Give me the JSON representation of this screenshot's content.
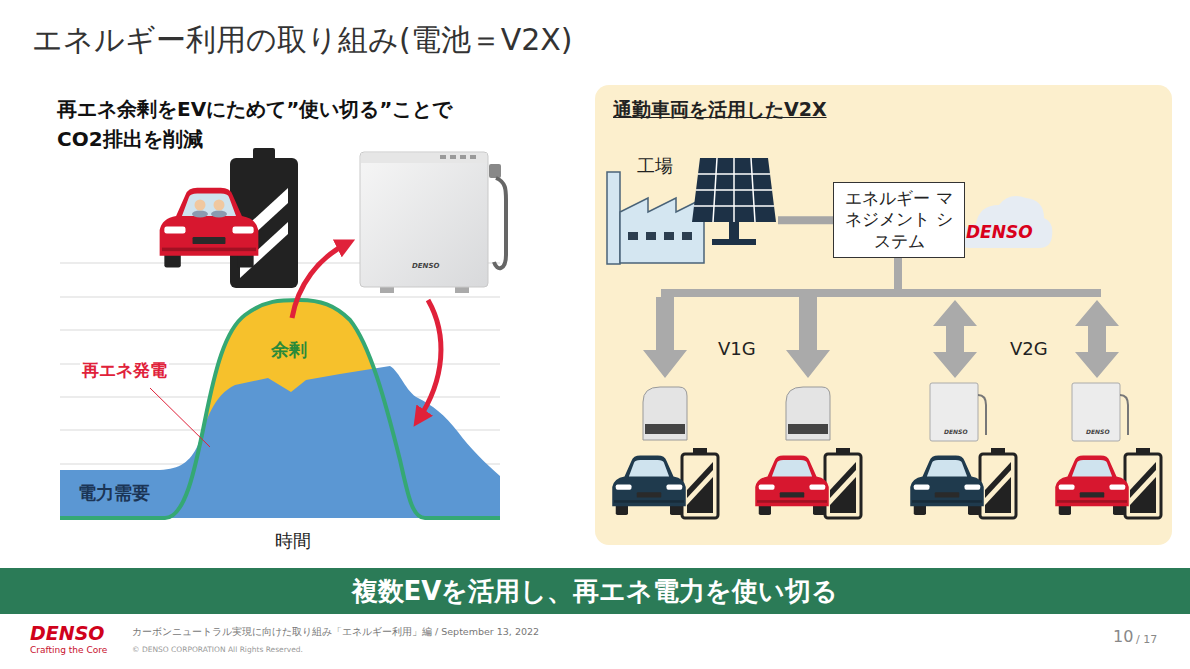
{
  "diagram": {
    "title": "エネルギー利用の取り組み(電池＝V2X)",
    "nodes": [
      {
        "text": [
          "通勤車両を活用したV2X"
        ]
      },
      {
        "text": [
          "工場"
        ],
        "in": 0
      },
      {
        "text": [
          "エネルギー マネジメント システム"
        ],
        "in": 0
      },
      {
        "text": [
          "複数EVを活用し、再エネ電力を使い切る"
        ]
      }
    ],
    "edges": [
      {
        "from": 1,
        "to": 2,
        "arrow": "none"
      }
    ],
    "labels": [
      "再エネ余剰をEVにためて”使い切る”ことで CO2排出を削減",
      "DENSO",
      "余剰",
      "再エネ発電",
      "電力需要",
      "時間",
      "DENSO",
      "V1G",
      "V2G",
      "DENSO",
      "DENSO",
      "DENSO",
      "Crafting the Core",
      "カーボンニュートラル実現に向けた取り組み「エネルギー利用」編 / September 13, 2022",
      "© DENSO CORPORATION All Rights Reserved.",
      "10",
      "/ 17"
    ]
  }
}
